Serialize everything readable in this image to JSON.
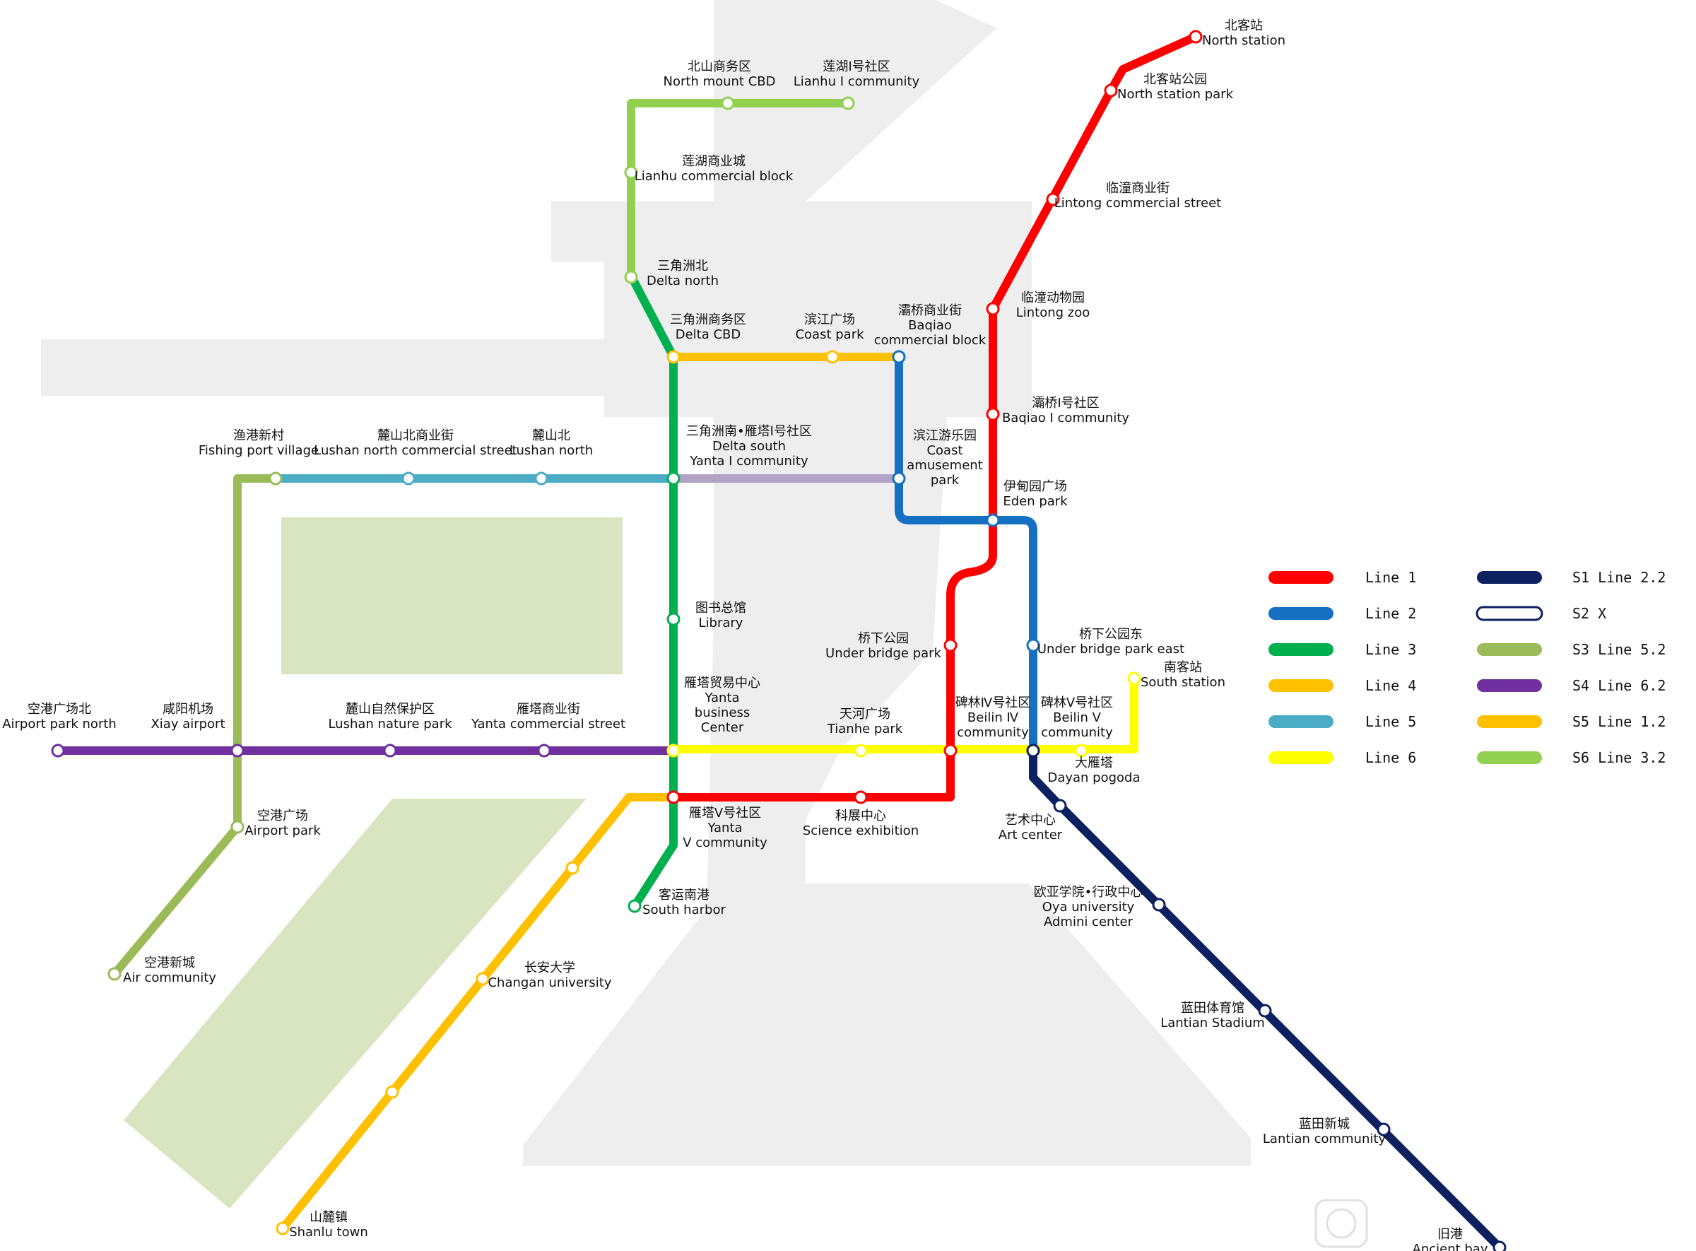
{
  "lines": {
    "line1": {
      "color": "#ff0000"
    },
    "line2": {
      "color": "#1570c1"
    },
    "line3": {
      "color": "#00b04f"
    },
    "line4": {
      "color": "#ffc000"
    },
    "line5": {
      "color": "#4bacc6"
    },
    "line6": {
      "color": "#ffff00"
    },
    "s1": {
      "color": "#0d2060"
    },
    "s2": {
      "color": "#ffffff"
    },
    "s3": {
      "color": "#9bbb59"
    },
    "s4": {
      "color": "#7030a0"
    },
    "s5": {
      "color": "#ffc000"
    },
    "s6": {
      "color": "#92d050"
    },
    "link": {
      "color": "#b0a3c6"
    }
  },
  "legend": [
    {
      "label": "Line 1",
      "color": "#ff0000"
    },
    {
      "label": "Line 2",
      "color": "#1570c1"
    },
    {
      "label": "Line 3",
      "color": "#00b04f"
    },
    {
      "label": "Line 4",
      "color": "#ffc000"
    },
    {
      "label": "Line 5",
      "color": "#4bacc6"
    },
    {
      "label": "Line 6",
      "color": "#ffff00"
    },
    {
      "label": "S1 Line 2.2",
      "color": "#0d2060"
    },
    {
      "label": "S2 X",
      "color": "#ffffff"
    },
    {
      "label": "S3 Line 5.2",
      "color": "#9bbb59"
    },
    {
      "label": "S4 Line 6.2",
      "color": "#7030a0"
    },
    {
      "label": "S5 Line 1.2",
      "color": "#ffc000"
    },
    {
      "label": "S6 Line 3.2",
      "color": "#92d050"
    }
  ],
  "stations": {
    "north_station": {
      "zh": "北客站",
      "en": [
        "North station"
      ]
    },
    "north_station_park": {
      "zh": "北客站公园",
      "en": [
        "North station park"
      ]
    },
    "lintong_commercial": {
      "zh": "临潼商业街",
      "en": [
        "Lintong commercial street"
      ]
    },
    "lintong_zoo": {
      "zh": "临潼动物园",
      "en": [
        "Lintong zoo"
      ]
    },
    "baqiao_1": {
      "zh": "灞桥Ⅰ号社区",
      "en": [
        "Baqiao Ⅰ community"
      ]
    },
    "eden_park": {
      "zh": "伊甸园广场",
      "en": [
        "Eden park"
      ]
    },
    "under_bridge_park": {
      "zh": "桥下公园",
      "en": [
        "Under bridge park"
      ]
    },
    "under_bridge_east": {
      "zh": "桥下公园东",
      "en": [
        "Under bridge park east"
      ]
    },
    "south_station": {
      "zh": "南客站",
      "en": [
        "South station"
      ]
    },
    "beilin_4": {
      "zh": "碑林Ⅳ号社区",
      "en": [
        "Beilin Ⅳ",
        "community"
      ]
    },
    "beilin_5": {
      "zh": "碑林Ⅴ号社区",
      "en": [
        "Beilin Ⅴ",
        "community"
      ]
    },
    "dayan_pogoda": {
      "zh": "大雁塔",
      "en": [
        "Dayan pogoda"
      ]
    },
    "art_center": {
      "zh": "艺术中心",
      "en": [
        "Art center"
      ]
    },
    "oya_university": {
      "zh": "欧亚学院•行政中心",
      "en": [
        "Oya university",
        "Admini center"
      ]
    },
    "lantian_stadium": {
      "zh": "蓝田体育馆",
      "en": [
        "Lantian Stadium"
      ]
    },
    "lantian_community": {
      "zh": "蓝田新城",
      "en": [
        "Lantian community"
      ]
    },
    "ancient_bay": {
      "zh": "旧港",
      "en": [
        "Ancient bay"
      ]
    },
    "north_mount_cbd": {
      "zh": "北山商务区",
      "en": [
        "North mount CBD"
      ]
    },
    "lianhu_1": {
      "zh": "莲湖Ⅰ号社区",
      "en": [
        "Lianhu Ⅰ community"
      ]
    },
    "lianhu_commercial": {
      "zh": "莲湖商业城",
      "en": [
        "Lianhu commercial block"
      ]
    },
    "delta_north": {
      "zh": "三角洲北",
      "en": [
        "Delta north"
      ]
    },
    "delta_cbd": {
      "zh": "三角洲商务区",
      "en": [
        "Delta CBD"
      ]
    },
    "coast_park": {
      "zh": "滨江广场",
      "en": [
        "Coast park"
      ]
    },
    "baqiao_commercial": {
      "zh": "灞桥商业街",
      "en": [
        "Baqiao",
        "commercial block"
      ]
    },
    "delta_south": {
      "zh": "三角洲南•雁塔Ⅰ号社区",
      "en": [
        "Delta south",
        "Yanta Ⅰ community"
      ]
    },
    "coast_amusement": {
      "zh": "滨江游乐园",
      "en": [
        "Coast",
        "amusement",
        "park"
      ]
    },
    "fishing_port": {
      "zh": "渔港新村",
      "en": [
        "Fishing port village"
      ]
    },
    "lushan_north_commercial": {
      "zh": "麓山北商业街",
      "en": [
        "Lushan north commercial street"
      ]
    },
    "lushan_north": {
      "zh": "麓山北",
      "en": [
        "Lushan north"
      ]
    },
    "library": {
      "zh": "图书总馆",
      "en": [
        "Library"
      ]
    },
    "yanta_business": {
      "zh": "雁塔贸易中心",
      "en": [
        "Yanta",
        "business",
        "Center"
      ]
    },
    "tianhe_park": {
      "zh": "天河广场",
      "en": [
        "Tianhe park"
      ]
    },
    "airport_park_north": {
      "zh": "空港广场北",
      "en": [
        "Airport park north"
      ]
    },
    "xiay_airport": {
      "zh": "咸阳机场",
      "en": [
        "Xiay airport"
      ]
    },
    "lushan_nature": {
      "zh": "麓山自然保护区",
      "en": [
        "Lushan nature park"
      ]
    },
    "yanta_commercial": {
      "zh": "雁塔商业街",
      "en": [
        "Yanta commercial street"
      ]
    },
    "yanta_5": {
      "zh": "雁塔Ⅴ号社区",
      "en": [
        "Yanta",
        "Ⅴ community"
      ]
    },
    "science_exhibition": {
      "zh": "科展中心",
      "en": [
        "Science exhibition"
      ]
    },
    "south_harbor": {
      "zh": "客运南港",
      "en": [
        "South harbor"
      ]
    },
    "airport_park": {
      "zh": "空港广场",
      "en": [
        "Airport park"
      ]
    },
    "air_community": {
      "zh": "空港新城",
      "en": [
        "Air community"
      ]
    },
    "changan_university": {
      "zh": "长安大学",
      "en": [
        "Changan university"
      ]
    },
    "shanlu_town": {
      "zh": "山麓镇",
      "en": [
        "Shanlu town"
      ]
    }
  }
}
